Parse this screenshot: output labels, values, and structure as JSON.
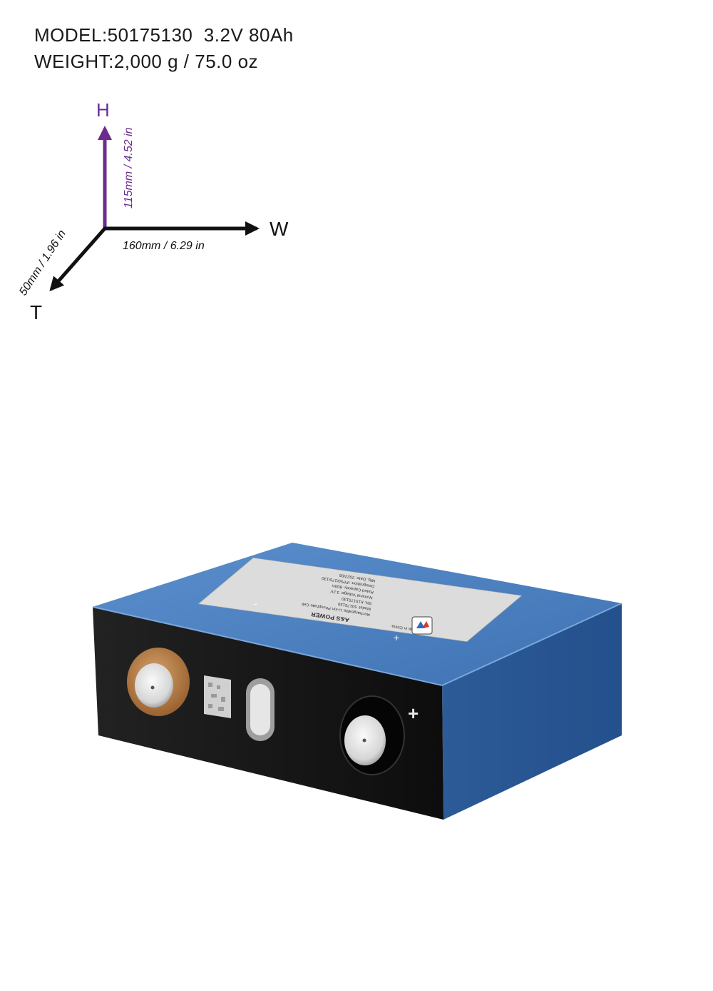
{
  "specs": {
    "model": "MODEL:50175130  3.2V 80Ah",
    "weight": "WEIGHT:2,000 g / 75.0 oz"
  },
  "dimensions": {
    "height_axis": "H",
    "height_value": "115mm / 4.52 in",
    "width_axis": "W",
    "width_value": "160mm / 6.29 in",
    "thickness_axis": "T",
    "thickness_value": "50mm / 1.96 in"
  },
  "battery": {
    "positive_terminal_mark": "+",
    "negative_terminal_mark": "-",
    "label_brand": "A&S POWER",
    "label_lines": [
      "Rechargeable Li-ion Phosphate Cell",
      "Model: 50175130",
      "SN: K15175130",
      "Nominal Voltage: 3.2V",
      "Rated Capacity: 80Ah",
      "Designation: IFP50/175/130",
      "Mfg. Date: 2022/05",
      "Made in China"
    ]
  },
  "colors": {
    "height_axis": "#6b2c8f",
    "axis_black": "#111111",
    "case_blue_top": "#4a7fc0",
    "case_blue_side": "#2f5f9e",
    "front_face": "#151515",
    "negative_ring": "#b5773c",
    "label_bg": "#d9d9d9"
  }
}
